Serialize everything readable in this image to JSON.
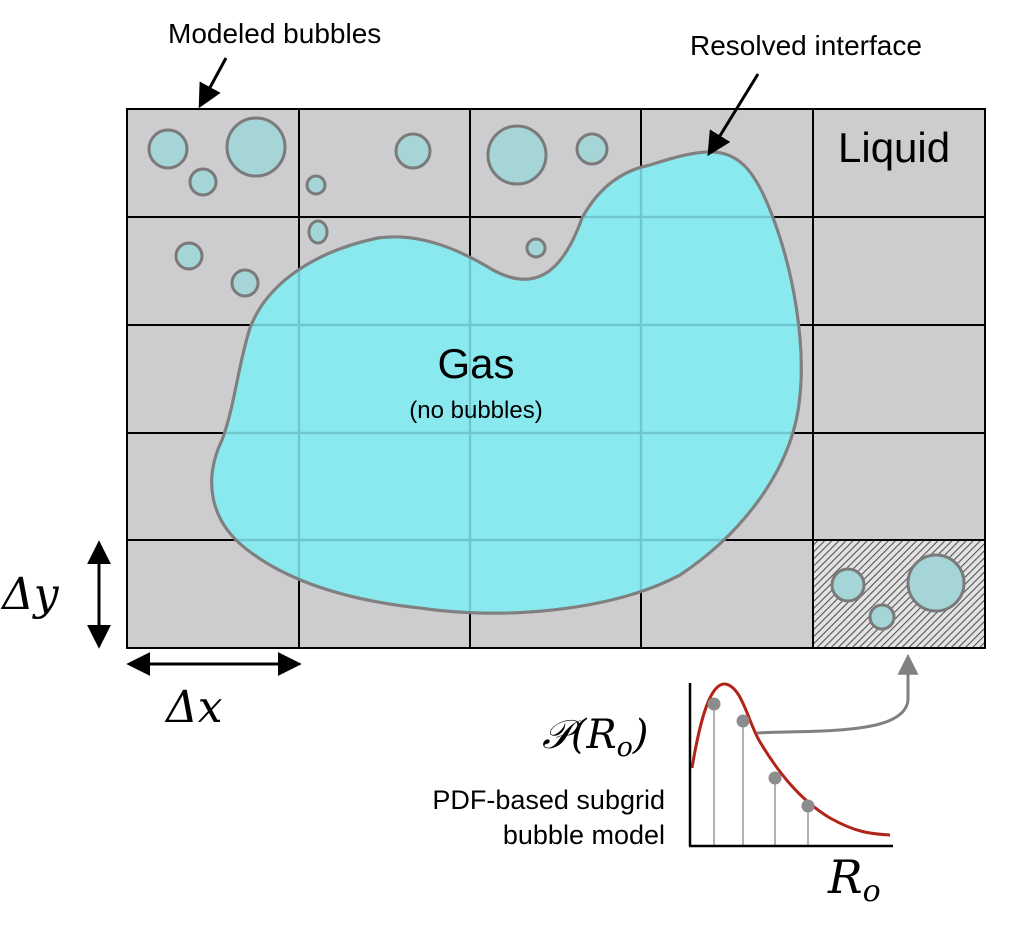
{
  "labels": {
    "modeled_bubbles": "Modeled bubbles",
    "resolved_interface": "Resolved interface",
    "liquid": "Liquid",
    "gas": "Gas",
    "gas_sub": "(no bubbles)",
    "delta_y": "Δy",
    "delta_x": "Δx",
    "pdf_symbol": "𝒫(R",
    "pdf_subscript": "o",
    "pdf_close": ")",
    "model_line1": "PDF-based subgrid",
    "model_line2": "bubble model",
    "axis_r": "R",
    "axis_r_subscript": "o"
  },
  "grid": {
    "columns": 5,
    "rows": 5
  },
  "colors": {
    "cell_fill": "#cdcdcf",
    "grid_line": "#000000",
    "gas_fill": "#8ae9ef",
    "gas_outline": "#808080",
    "bubble_fill": "#a6d5d8",
    "bubble_outline": "#7a7a7a",
    "pdf_curve": "#b22418",
    "pdf_point": "#8c8c8c"
  },
  "icons": {
    "modeled_arrow": "arrow-down-left-icon",
    "interface_arrow": "arrow-down-left-icon",
    "link_arrow": "curved-arrow-up-icon",
    "dy_arrow": "double-arrow-vertical-icon",
    "dx_arrow": "double-arrow-horizontal-icon"
  }
}
